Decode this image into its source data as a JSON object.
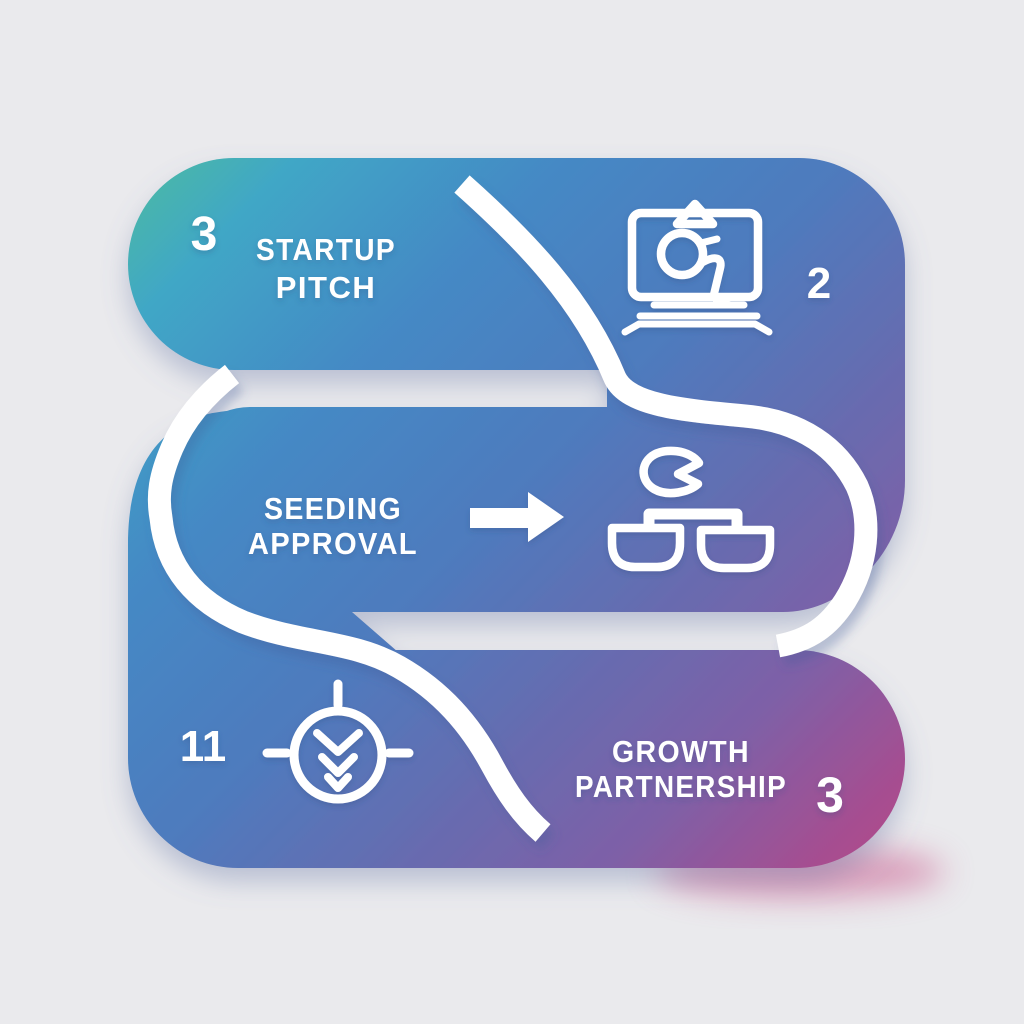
{
  "background_color": "#eaeaed",
  "colors": {
    "body_gradient": [
      "#4ec492",
      "#41a7c6",
      "#4489c5",
      "#4f7abd",
      "#666cb0",
      "#7e60a7",
      "#a54e91",
      "#c8457f"
    ],
    "flow_line": "#ffffff",
    "icon_stroke": "#ffffff",
    "text": "#ffffff",
    "pink_glow": "#c84f86"
  },
  "steps": [
    {
      "number": "3",
      "label_line1": "STARTUP",
      "label_line2": "PITCH",
      "side_number": "2",
      "icon": "presentation-screen-icon"
    },
    {
      "label_line1": "SEEDING",
      "label_line2": "APPROVAL",
      "icon": "org-chart-icon"
    },
    {
      "number": "11",
      "label_line1": "GROWTH",
      "label_line2": "PARTNERSHIP",
      "side_number": "3",
      "icon": "seed-sprout-target-icon"
    }
  ]
}
